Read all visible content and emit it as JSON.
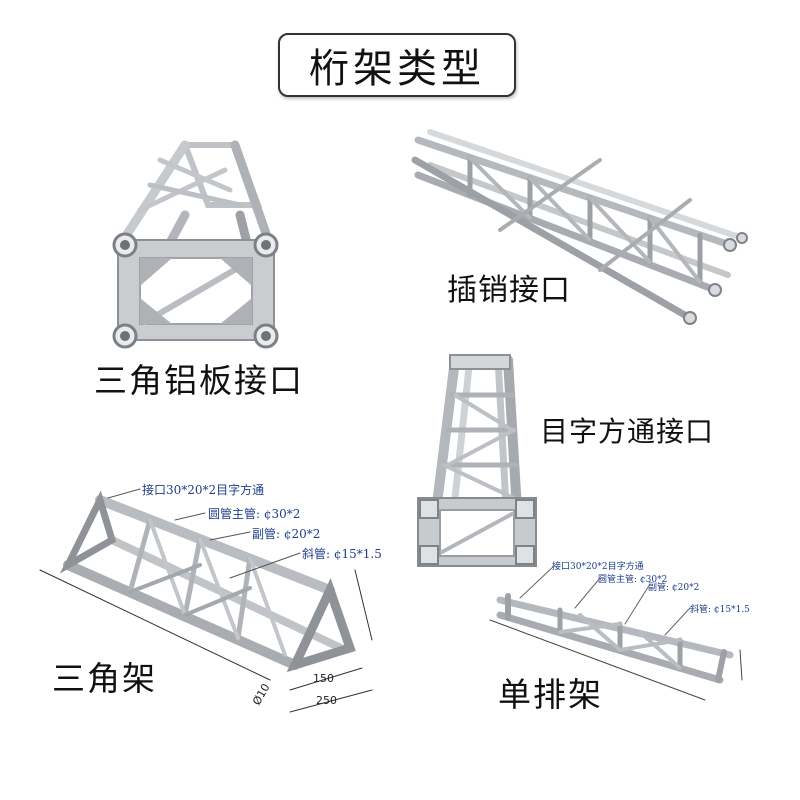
{
  "title": "桁架类型",
  "labels": {
    "triangle_plate": "三角铝板接口",
    "pin": "插销接口",
    "rect_tube": "目字方通接口",
    "triangle": "三角架",
    "single_row": "单排架"
  },
  "triangle_specs": {
    "joint": "接口30*20*2目字方通",
    "main_tube": "圆管主管: ¢30*2",
    "sub_tube": "副管: ¢20*2",
    "diag_tube": "斜管: ¢15*1.5"
  },
  "single_specs": {
    "joint": "接口30*20*2目字方通",
    "main_tube": "圆管主管: ¢30*2",
    "sub_tube": "副管: ¢20*2",
    "diag_tube": "斜管: ¢15*1.5"
  },
  "triangle_dims": {
    "d10": "Ø10",
    "d150": "150",
    "d250": "250"
  },
  "colors": {
    "metal_light": "#e6e8ea",
    "metal_dark": "#8c9095",
    "annotation": "#1f3f8a"
  }
}
